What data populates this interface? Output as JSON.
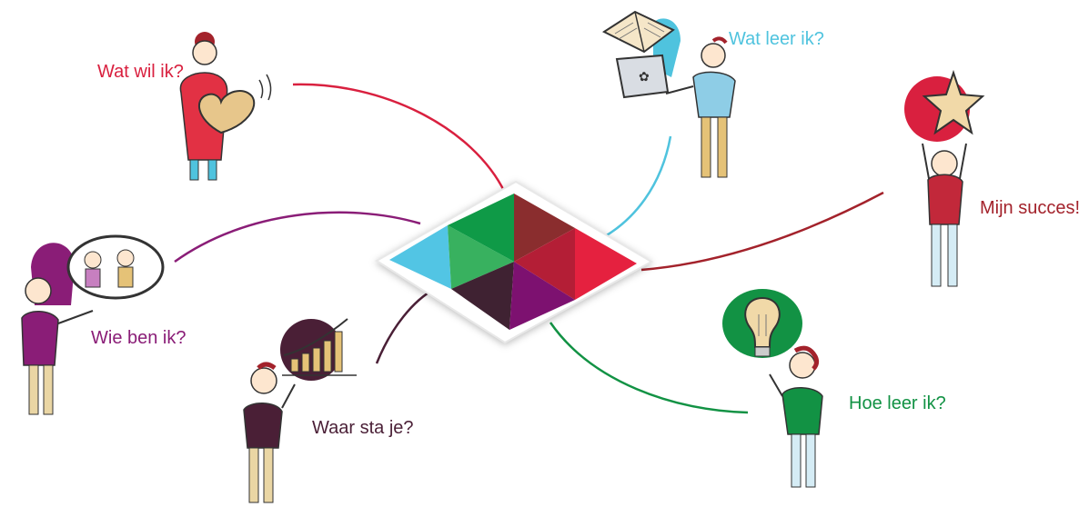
{
  "labels": {
    "wat_wil_ik": "Wat wil ik?",
    "wat_leer_ik": "Wat leer ik?",
    "mijn_succes": "Mijn succes!",
    "wie_ben_ik": "Wie ben ik?",
    "waar_sta_je": "Waar sta je?",
    "hoe_leer_ik": "Hoe leer ik?"
  },
  "colors": {
    "red": "#d9203f",
    "blue": "#4fc3de",
    "darkred": "#a3222b",
    "purple": "#8a1d77",
    "plum": "#4a1f36",
    "green": "#129244",
    "diamond_blue": "#52c5e4",
    "diamond_green": "#0f9a47",
    "diamond_green_light": "#38b15f",
    "diamond_brown": "#8a2d2e",
    "diamond_crimson": "#b41e36",
    "diamond_red": "#e5213f",
    "diamond_plum": "#3f2232",
    "diamond_purple": "#7d1170"
  },
  "icons": [
    "heart-icon",
    "book-icon",
    "laptop-icon",
    "star-icon",
    "speech-bubble-icon",
    "bar-chart-icon",
    "lightbulb-icon"
  ]
}
